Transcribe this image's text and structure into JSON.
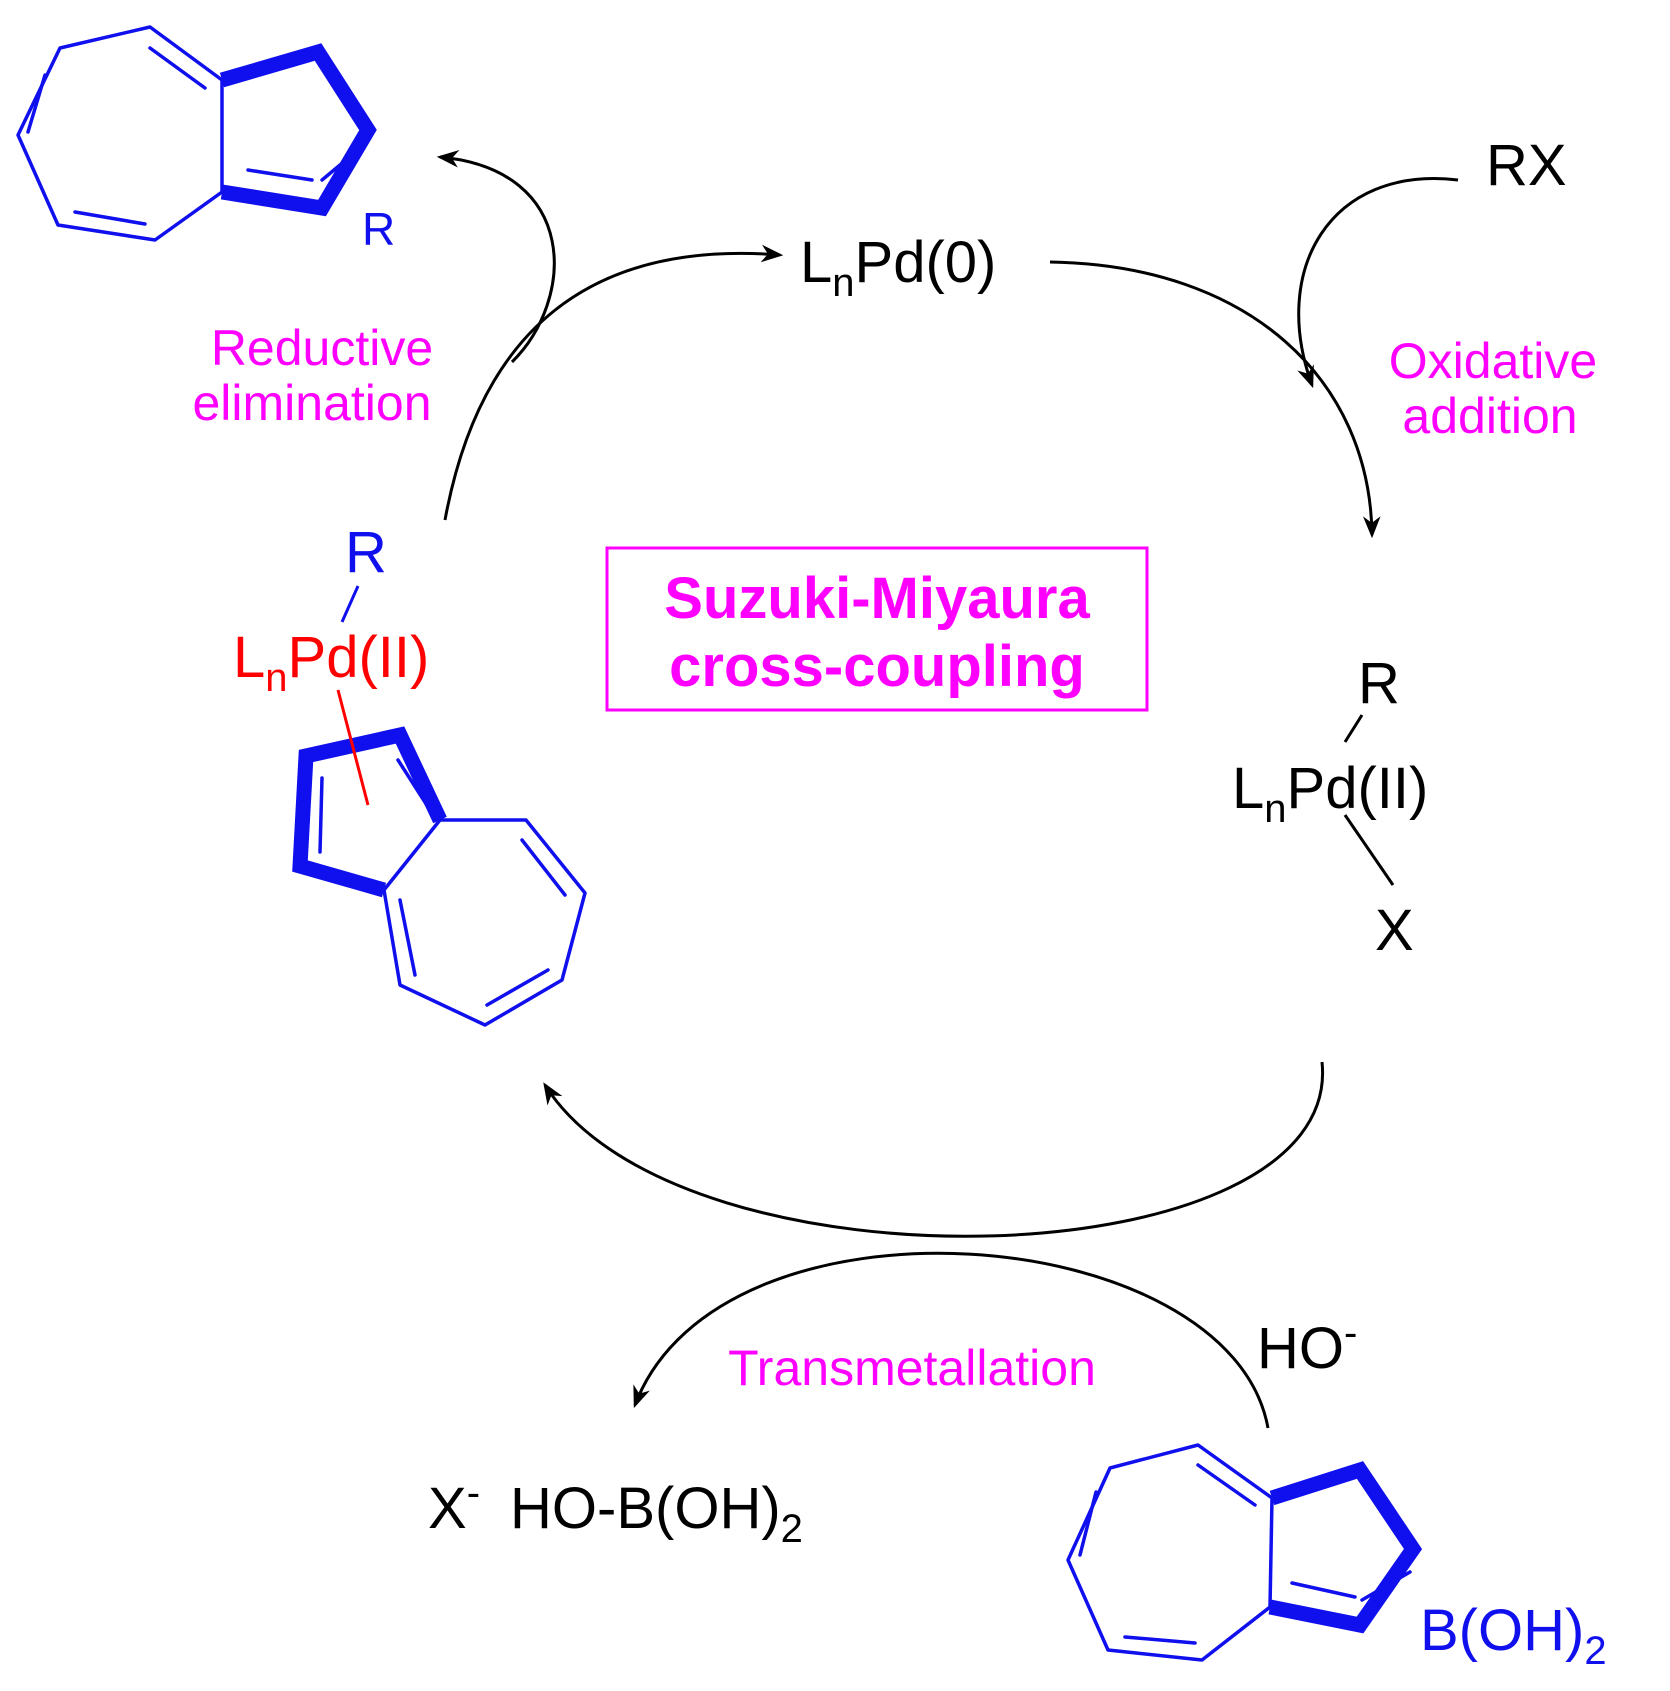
{
  "diagram": {
    "title_line1": "Suzuki-Miyaura",
    "title_line2": "cross-coupling",
    "species": {
      "catalyst": {
        "base": "L",
        "sub": "n",
        "rest": "Pd(0)"
      },
      "reagent_rx": "RX",
      "ox_add_complex": {
        "r": "R",
        "ln": "L",
        "sub": "n",
        "pd": "Pd(II)",
        "x": "X"
      },
      "transmet_complex": {
        "r": "R",
        "ln": "L",
        "sub": "n",
        "pd": "Pd(II)"
      },
      "product_substituent": "R",
      "hydroxide": {
        "base": "HO",
        "sup": "-"
      },
      "byproduct": {
        "x": "X",
        "x_sup": "-",
        "borate": "HO-B(OH)",
        "borate_sub": "2"
      },
      "boronic_acid": {
        "base": "B(OH)",
        "sub": "2"
      }
    },
    "steps": {
      "oxidative_addition_line1": "Oxidative",
      "oxidative_addition_line2": "addition",
      "reductive_elimination_line1": "Reductive",
      "reductive_elimination_line2": "elimination",
      "transmetallation": "Transmetallation"
    },
    "colors": {
      "black": "#000000",
      "blue": "#1010ee",
      "red": "#ff0000",
      "magenta": "#ff00ff"
    }
  }
}
